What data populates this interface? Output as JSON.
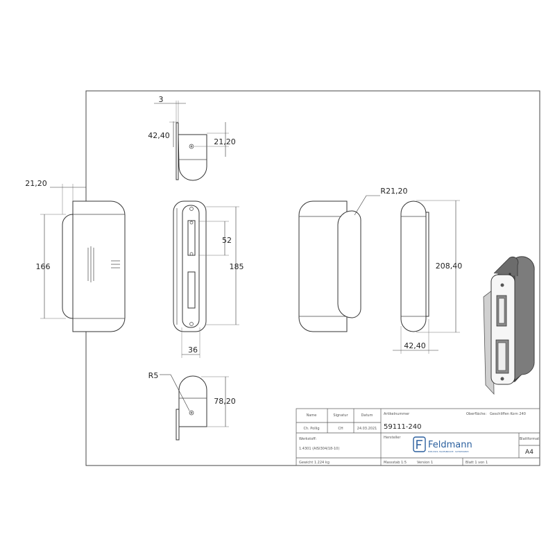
{
  "dimensions": {
    "top_thickness": "3",
    "top_height": "42,40",
    "top_hole": "21,20",
    "left_width": "21,20",
    "left_height": "166",
    "front_slot": "52",
    "front_height": "185",
    "front_width": "36",
    "radius_side": "R21,20",
    "right_height": "208,40",
    "right_width": "42,40",
    "bottom_radius": "R5",
    "bottom_height": "78,20"
  },
  "title_block": {
    "drawn_by_header": "Name",
    "signature_header": "Signatur",
    "date_header": "Datum",
    "drawn_by": "Ch. Pollig",
    "signature": "CH",
    "date": "24.03.2021",
    "article_label": "Artikelnummer",
    "article_number": "59111-240",
    "surface_label": "Oberfläche:",
    "surface_value": "Geschliffen Korn 240",
    "manufacturer_label": "Hersteller",
    "material_label": "Werkstoff:",
    "material_value": "1.4301 (AISI304/18-10)",
    "brand": "Feldmann",
    "brand_tagline": "EDELSTAHL HALBFABRIKATE · SCHWEISSEREI",
    "format_label": "Blattformat",
    "format_value": "A4",
    "weight": "Gewicht 1.224 kg",
    "scale": "Massstab 1:5",
    "version": "Version 1",
    "sheet": "Blatt 1 von 1"
  }
}
